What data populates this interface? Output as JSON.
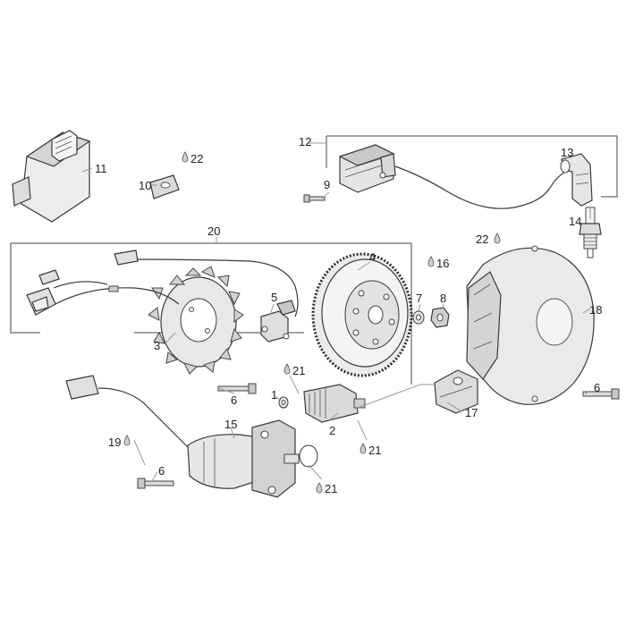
{
  "parts": [
    {
      "id": "p1",
      "number": "1"
    },
    {
      "id": "p2",
      "number": "2"
    },
    {
      "id": "p3",
      "number": "3"
    },
    {
      "id": "p4",
      "number": "4"
    },
    {
      "id": "p5",
      "number": "5"
    },
    {
      "id": "p6a",
      "number": "6"
    },
    {
      "id": "p6b",
      "number": "6"
    },
    {
      "id": "p6c",
      "number": "6"
    },
    {
      "id": "p7",
      "number": "7"
    },
    {
      "id": "p8",
      "number": "8"
    },
    {
      "id": "p9",
      "number": "9"
    },
    {
      "id": "p10",
      "number": "10"
    },
    {
      "id": "p11",
      "number": "11"
    },
    {
      "id": "p12",
      "number": "12"
    },
    {
      "id": "p13",
      "number": "13"
    },
    {
      "id": "p14",
      "number": "14"
    },
    {
      "id": "p15",
      "number": "15"
    },
    {
      "id": "p16",
      "number": "16"
    },
    {
      "id": "p17",
      "number": "17"
    },
    {
      "id": "p18",
      "number": "18"
    },
    {
      "id": "p19",
      "number": "19"
    },
    {
      "id": "p20",
      "number": "20"
    },
    {
      "id": "p21a",
      "number": "21"
    },
    {
      "id": "p21b",
      "number": "21"
    },
    {
      "id": "p21c",
      "number": "21"
    },
    {
      "id": "p22a",
      "number": "22"
    },
    {
      "id": "p22b",
      "number": "22"
    }
  ],
  "colors": {
    "line": "#3a3a3a",
    "fill": "#ededed",
    "shade": "#c8c8c8",
    "text": "#222222"
  }
}
